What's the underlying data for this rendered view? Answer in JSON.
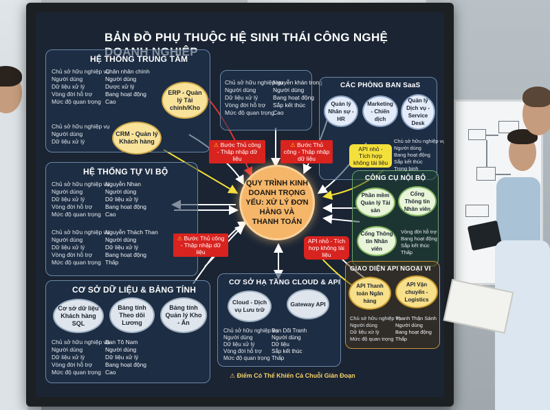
{
  "title": "BẢN ĐỒ PHỤ THUỘC HỆ SINH THÁI CÔNG NGHỆ DOANH NGHIỆP",
  "center_node": "QUY TRÌNH KINH DOANH TRỌNG YẾU: XỬ LÝ ĐƠN HÀNG VÀ THANH TOÁN",
  "panels": {
    "central": {
      "title": "HỆ THỐNG TRUNG TÂM",
      "kv": [
        [
          "Chủ sở hữu nghiệp vụ",
          "Chân nhân chính"
        ],
        [
          "Người dùng",
          "Người dùng"
        ],
        [
          "Dữ liệu xử lý",
          "Dược xử lý"
        ],
        [
          "Vòng đời hỗ trợ",
          "Bang hoạt động"
        ],
        [
          "Mức độ quan trọng",
          "Cao"
        ]
      ],
      "kv2": [
        [
          "Chủ sở hữu nghiệp vụ",
          ""
        ],
        [
          "Người dùng",
          ""
        ],
        [
          "Dữ liệu xử lý",
          ""
        ]
      ],
      "erp": "ERP - Quản lý Tài chính/Kho",
      "crm": "CRM - Quản lý Khách hàng"
    },
    "top_mid": {
      "kv": [
        [
          "Chủ sở hữu nghiệp vụ",
          "Nguyễn khán trong"
        ],
        [
          "Người dùng",
          "Người dùng"
        ],
        [
          "Dữ liệu xử lý",
          "Bang hoạt động"
        ],
        [
          "Vòng đời hỗ trợ",
          "Sắp kết thúc"
        ],
        [
          "Mức độ quan trọng",
          "Cao"
        ]
      ]
    },
    "saas": {
      "title": "CÁC PHÒNG BAN SaaS",
      "hr": "Quản lý Nhân sự - HR",
      "mkt": "Marketing - Chiến dịch",
      "desk": "Quản lý Dịch vụ - Service Desk",
      "kv": [
        [
          "Chủ sở hữu nghiệp vụ",
          ""
        ],
        [
          "Người dùng",
          ""
        ],
        [
          "Bang hoạt động",
          ""
        ],
        [
          "Sắp kết thúc",
          ""
        ],
        [
          "Trong binh",
          ""
        ]
      ]
    },
    "independent": {
      "title": "HỆ THỐNG TỰ VI BỘ",
      "kv": [
        [
          "Chủ sở hữu nghiệp vụ",
          "Nguyễn Nhan"
        ],
        [
          "Người dùng",
          "Người dùng"
        ],
        [
          "Dữ liệu xử lý",
          "Dữ liệu xử lý"
        ],
        [
          "Vòng đời hỗ trợ",
          "Bang hoạt động"
        ],
        [
          "Mức độ quan trọng",
          "Cao"
        ]
      ],
      "kv2": [
        [
          "Chủ sở hữu nghiệp vụ",
          "Nguyễn Thách Than"
        ],
        [
          "Người dùng",
          "Người dùng"
        ],
        [
          "Dữ liệu xử lý",
          "Dữ liệu xử lý"
        ],
        [
          "Vòng đời hỗ trợ",
          "Bang hoạt động"
        ],
        [
          "Mức độ quan trọng",
          "Thấp"
        ]
      ]
    },
    "internal_tools": {
      "title": "CÔNG CỤ NỘI BỘ",
      "asset": "Phần mềm Quản lý Tài sản",
      "staff1": "Cổng Thông tin Nhân viên",
      "staff2": "Cổng Thông tin Nhân viên",
      "kv": [
        [
          "Vòng đời hỗ trợ",
          ""
        ],
        [
          "Bang hoạt động",
          ""
        ],
        [
          "Sắp kết thúc",
          ""
        ],
        [
          "Thấp",
          ""
        ]
      ]
    },
    "database": {
      "title": "CƠ SỞ DỮ LIỆU & BẢNG TÍNH",
      "sql": "Cơ sở dữ liệu Khách hàng SQL",
      "salary": "Bảng tính Theo dõi Lương",
      "stock": "Bảng tính Quản lý Kho - Ẩn",
      "kv": [
        [
          "Chủ sở hữu nghiệp vụ",
          "Ban Tô Nam"
        ],
        [
          "Người dùng",
          "Người dùng"
        ],
        [
          "Dữ liệu xử lý",
          "Dữ liệu xử lý"
        ],
        [
          "Vòng đời hỗ trợ",
          "Bang hoạt động"
        ],
        [
          "Mức độ quan trọng",
          "Cao"
        ]
      ]
    },
    "cloud": {
      "title": "CƠ SỞ HẠ TẦNG CLOUD & API",
      "storage": "Cloud - Dịch vụ Lưu trữ",
      "gateway": "Gateway API",
      "kv": [
        [
          "Chủ sở hữu nghiệp vụ",
          "Ban Dõi Tranh"
        ],
        [
          "Người dùng",
          "Người dùng"
        ],
        [
          "Dữ liệu xử lý",
          "Dữ liệu"
        ],
        [
          "Vòng đời hỗ trợ",
          "Sắp kết thúc"
        ],
        [
          "Mức độ quan trọng",
          "Thấp"
        ]
      ]
    },
    "external_api": {
      "title": "GIAO DIỆN API NGOẠI VI",
      "payment": "API Thanh toán Ngân hàng",
      "logistics": "API Vận chuyển - Logistics",
      "kv": [
        [
          "Chủ sở hữu nghiệp vụ",
          "Thanh Thận Sánh"
        ],
        [
          "Người dùng",
          "Người dùng"
        ],
        [
          "Dữ liệu xử lý",
          "Bang hoạt động"
        ],
        [
          "Mức độ quan trọng",
          "Thấp"
        ]
      ]
    }
  },
  "warnings": {
    "w1": "Bước Thủ công - Thập nhập dữ liệu",
    "w2": "Bước Thủ công - Thập nhập dữ liệu",
    "w3": "Bước Thủ công - Thập nhập dữ liệu"
  },
  "api_tags": {
    "a1": "API nhỏ - Tích hợp không tài liệu",
    "a2": "API nhỏ - Tích hợp không tài liệu"
  },
  "footer_note": "Điểm Có Thể Khiến Cả Chuỗi Gián Đoạn",
  "warning_symbol": "⚠",
  "colors": {
    "screen_bg": "#1a2433",
    "center": "#f5b66a",
    "warn": "#d8231f",
    "api": "#f4e03b"
  }
}
